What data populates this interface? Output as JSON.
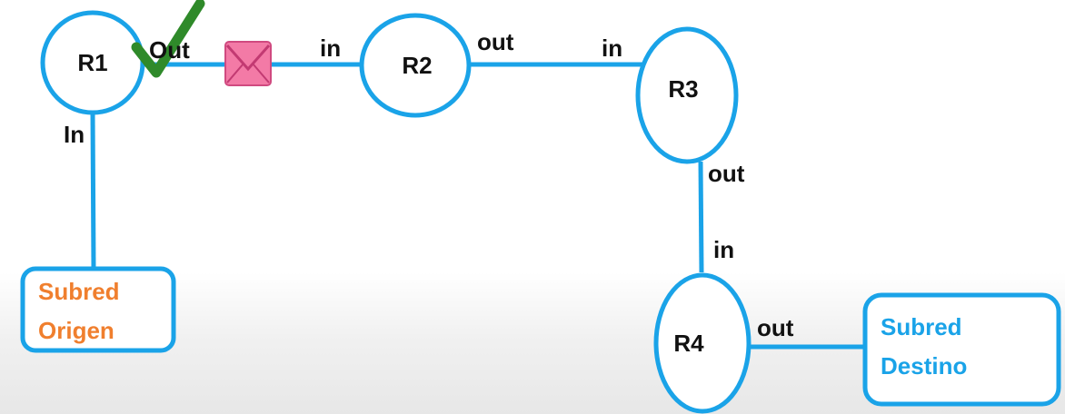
{
  "colors": {
    "line": "#1aa3e8",
    "origin_text": "#f07f2e",
    "dest_text": "#1aa3e8",
    "check": "#2f8a2a",
    "envelope": "#f06a9e"
  },
  "routers": {
    "r1": "R1",
    "r2": "R2",
    "r3": "R3",
    "r4": "R4"
  },
  "ports": {
    "r1_in": "In",
    "r1_out": "Out",
    "r2_in": "in",
    "r2_out": "out",
    "r3_in": "in",
    "r3_out": "out",
    "r4_in": "in",
    "r4_out": "out"
  },
  "subnets": {
    "origin_line1": "Subred",
    "origin_line2": "Origen",
    "dest_line1": "Subred",
    "dest_line2": "Destino"
  },
  "icons": {
    "checkmark": "check-icon",
    "packet": "envelope-icon"
  }
}
